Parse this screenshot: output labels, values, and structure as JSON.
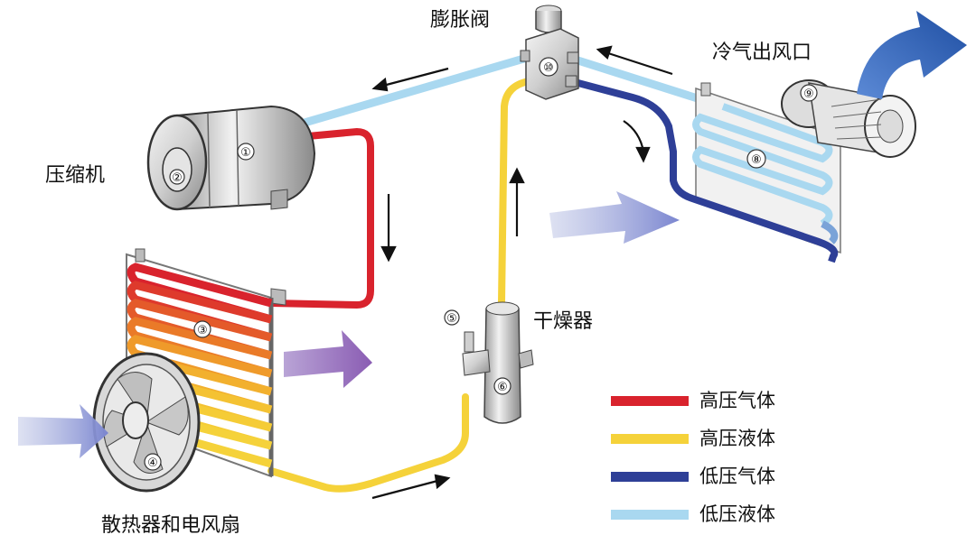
{
  "labels": {
    "compressor": "压缩机",
    "expansion_valve": "膨胀阀",
    "cold_air_outlet": "冷气出风口",
    "dryer": "干燥器",
    "radiator_fan": "散热器和电风扇"
  },
  "component_numbers": {
    "compressor_body": "①",
    "compressor_clutch": "②",
    "condenser": "③",
    "fan": "④",
    "dryer_top": "⑤",
    "dryer_body": "⑥",
    "evaporator": "⑧",
    "blower": "⑨",
    "valve": "⑩"
  },
  "legend": [
    {
      "label": "高压气体",
      "color": "#d9232d"
    },
    {
      "label": "高压液体",
      "color": "#f5d23a"
    },
    {
      "label": "低压气体",
      "color": "#2e3f97"
    },
    {
      "label": "低压液体",
      "color": "#a9d8f0"
    }
  ],
  "colors": {
    "arrow_blue": "#7b86d0",
    "arrow_purple": "#8a5cb3",
    "outlet_arrow": "#1f4fa3"
  }
}
